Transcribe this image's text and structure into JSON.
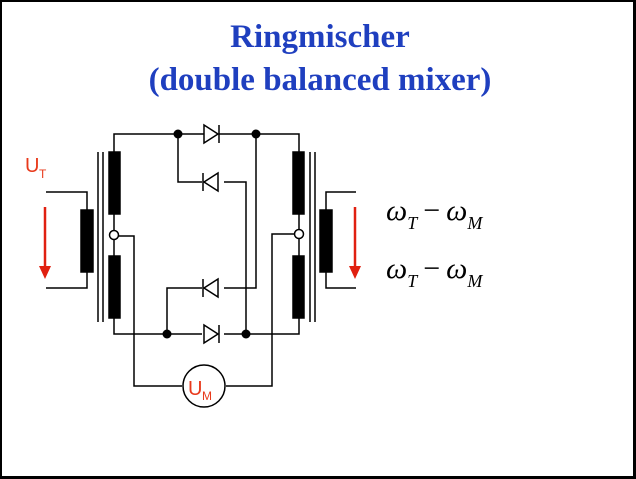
{
  "title": {
    "line1": "Ringmischer",
    "line2": "(double balanced mixer)"
  },
  "labels": {
    "ut_main": "U",
    "ut_sub": "T",
    "um_main": "U",
    "um_sub": "M"
  },
  "formulas": [
    {
      "a": "ω",
      "a_sub": "T",
      "op": "−",
      "b": "ω",
      "b_sub": "M"
    },
    {
      "a": "ω",
      "a_sub": "T",
      "op": "−",
      "b": "ω",
      "b_sub": "M"
    }
  ],
  "colors": {
    "title": "#1f3fbf",
    "arrow": "#e02010",
    "label": "#e8391b",
    "wire": "#000000"
  }
}
